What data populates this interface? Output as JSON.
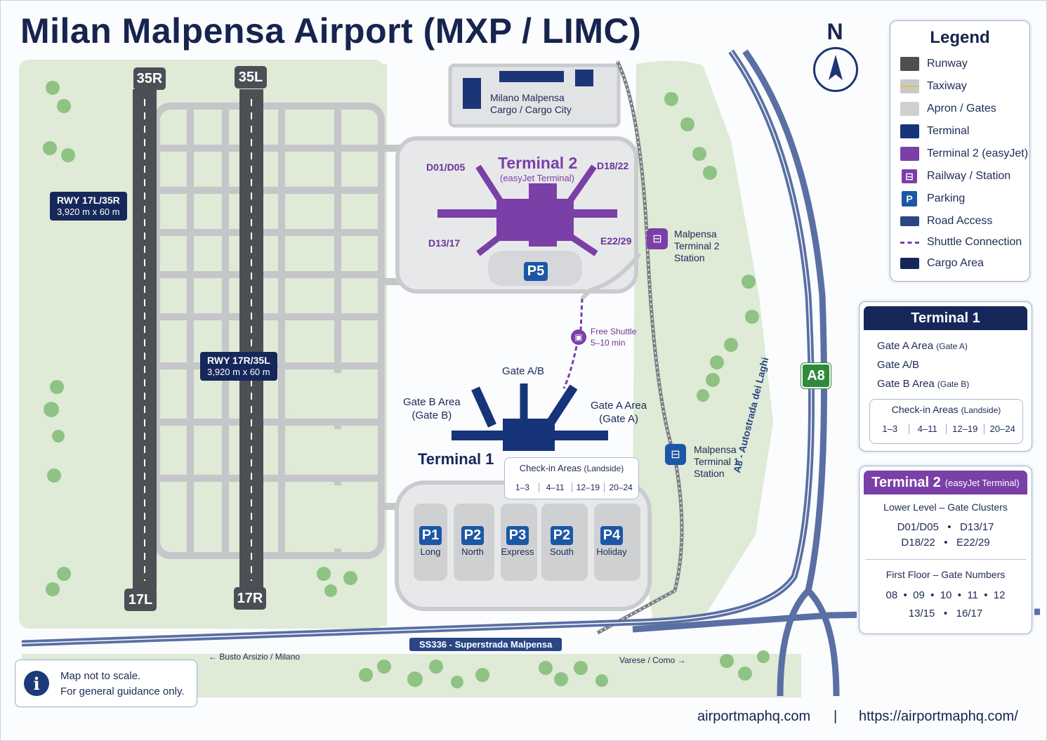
{
  "title": "Milan Malpensa Airport (MXP / LIMC)",
  "north_label": "N",
  "colors": {
    "runway": "#4c4f54",
    "taxiway": "#c9c9c9",
    "apron": "#cfd0d2",
    "terminal1": "#17337a",
    "terminal2": "#7b3fa8",
    "railway": "#7b3fa8",
    "parking": "#1c57a6",
    "road": "#5a6fa3",
    "grass": "#dfead7",
    "a8": "#2f8a3b"
  },
  "legend": {
    "title": "Legend",
    "items": [
      {
        "label": "Runway",
        "icon": "runway-swatch"
      },
      {
        "label": "Taxiway",
        "icon": "taxiway-swatch"
      },
      {
        "label": "Apron / Gates",
        "icon": "apron-swatch"
      },
      {
        "label": "Terminal",
        "icon": "terminal-swatch"
      },
      {
        "label": "Terminal 2 (easyJet)",
        "icon": "terminal2-swatch"
      },
      {
        "label": "Railway / Station",
        "icon": "train-icon"
      },
      {
        "label": "Parking",
        "icon": "parking-icon"
      },
      {
        "label": "Road Access",
        "icon": "road-swatch"
      },
      {
        "label": "Shuttle Connection",
        "icon": "dashed-line-icon"
      },
      {
        "label": "Cargo Area",
        "icon": "cargo-swatch"
      }
    ]
  },
  "runways": {
    "rwy1": {
      "name": "RWY 17L/35R",
      "dims": "3,920 m x 60 m",
      "north": "35R",
      "south": "17L"
    },
    "rwy2": {
      "name": "RWY 17R/35L",
      "dims": "3,920 m x 60 m",
      "north": "35L",
      "south": "17R"
    }
  },
  "cargo": {
    "line1": "Milano Malpensa",
    "line2": "Cargo / Cargo City"
  },
  "terminal2": {
    "title": "Terminal 2",
    "subtitle": "(easyJet Terminal)",
    "gates": [
      "D01/D05",
      "D18/22",
      "D13/17",
      "E22/29"
    ],
    "parking": "P5"
  },
  "stations": {
    "t2": {
      "l1": "Malpensa",
      "l2": "Terminal 2",
      "l3": "Station"
    },
    "t1": {
      "l1": "Malpensa",
      "l2": "Terminal 1",
      "l3": "Station"
    }
  },
  "shuttle": {
    "l1": "Free Shuttle",
    "l2": "5–10 min"
  },
  "terminal1": {
    "title": "Terminal 1",
    "gate_ab": "Gate A/B",
    "gate_b": {
      "l1": "Gate B Area",
      "l2": "(Gate B)"
    },
    "gate_a": {
      "l1": "Gate A Area",
      "l2": "(Gate A)"
    },
    "checkin": {
      "title": "Check-in Areas",
      "note": "(Landside)",
      "cells": [
        "1–3",
        "4–11",
        "12–19",
        "20–24"
      ]
    }
  },
  "parking_lots": [
    {
      "code": "P1",
      "label": "Long"
    },
    {
      "code": "P2",
      "label": "North"
    },
    {
      "code": "P3",
      "label": "Express"
    },
    {
      "code": "P2",
      "label": "South"
    },
    {
      "code": "P4",
      "label": "Holiday"
    }
  ],
  "roads": {
    "ss336": "SS336 - Superstrada Malpensa",
    "a8_badge": "A8",
    "a8_name": "A8 - Autostrada dei Laghi",
    "west": "← Busto Arsizio / Milano",
    "east": "Varese / Como →"
  },
  "t1_panel": {
    "title": "Terminal 1",
    "row1": {
      "main": "Gate A Area",
      "small": "(Gate A)"
    },
    "row2": {
      "main": "Gate A/B"
    },
    "row3": {
      "main": "Gate B Area",
      "small": "(Gate B)"
    },
    "checkin": {
      "title": "Check-in Areas",
      "note": "(Landside)",
      "cells": [
        "1–3",
        "4–11",
        "12–19",
        "20–24"
      ]
    }
  },
  "t2_panel": {
    "title": "Terminal 2",
    "title_small": "(easyJet Terminal)",
    "lower": "Lower Level – Gate Clusters",
    "lower_r1": "D01/D05   •   D13/17",
    "lower_r2": "D18/22   •   E22/29",
    "first": "First Floor – Gate Numbers",
    "first_r1": "08  •  09  •  10  •  11  •  12",
    "first_r2": "13/15   •   16/17"
  },
  "info": {
    "l1": "Map not to scale.",
    "l2": "For general guidance only."
  },
  "footer": {
    "left": "airportmaphq.com",
    "sep": "|",
    "right": "https://airportmaphq.com/"
  }
}
